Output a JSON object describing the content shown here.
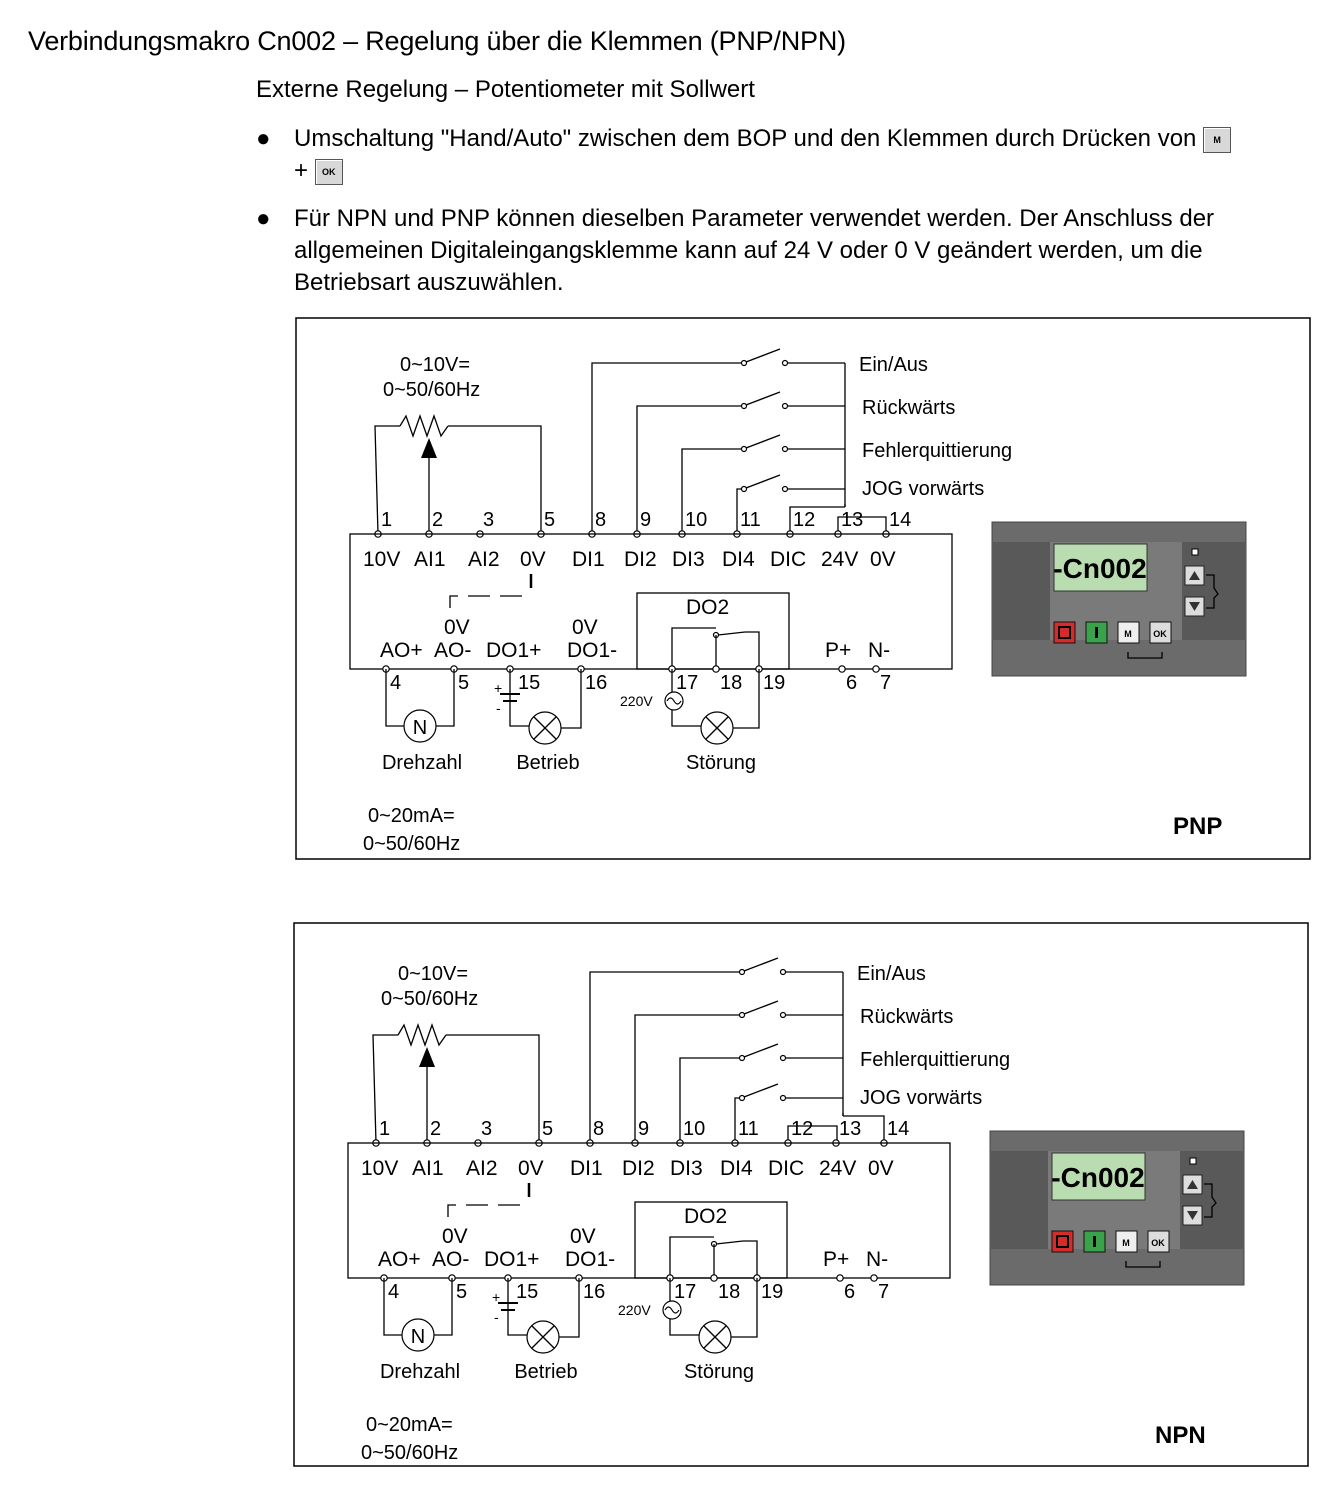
{
  "heading": "Verbindungsmakro Cn002 – Regelung über die Klemmen (PNP/NPN)",
  "subheading": "Externe Regelung – Potentiometer mit Sollwert",
  "bullets": {
    "b1_text": "Umschaltung \"Hand/Auto\" zwischen dem BOP und den Klemmen durch Drücken von",
    "b1_plus": "+",
    "b1_key1": "M",
    "b1_key2": "OK",
    "b2_text": "Für NPN und PNP können dieselben Parameter verwendet werden. Der Anschluss der allgemeinen Digitaleingangsklemme kann auf 24 V oder 0 V geändert werden, um die Betriebsart auszuwählen."
  },
  "diagram": {
    "pot_v": "0~10V=",
    "pot_hz": "0~50/60Hz",
    "switch_labels": [
      "Ein/Aus",
      "Rückwärts",
      "Fehlerquittierung",
      "JOG vorwärts"
    ],
    "terminal_numbers": [
      "1",
      "2",
      "3",
      "5",
      "8",
      "9",
      "10",
      "11",
      "12",
      "13",
      "14"
    ],
    "terminal_names": [
      "10V",
      "AI1",
      "AI2",
      "0V",
      "DI1",
      "DI2",
      "DI3",
      "DI4",
      "DIC",
      "24V",
      "0V"
    ],
    "do2": "DO2",
    "lower_zero_v_1": "0V",
    "lower_zero_v_2": "0V",
    "lower_names": [
      "AO+",
      "AO-",
      "DO1+",
      "DO1-",
      "P+",
      "N-"
    ],
    "lower_numbers": [
      "4",
      "5",
      "15",
      "16",
      "17",
      "18",
      "19",
      "6",
      "7"
    ],
    "v220": "220V",
    "meter": "N",
    "plus_sign": "+",
    "minus_sign": "-",
    "loads": [
      "Drehzahl",
      "Betrieb",
      "Störung"
    ],
    "ma": "0~20mA=",
    "ma_hz": "0~50/60Hz",
    "bop": {
      "display": "-Cn002",
      "btn_m": "M",
      "btn_ok": "OK"
    }
  },
  "panels": [
    {
      "mode": "PNP"
    },
    {
      "mode": "NPN"
    }
  ]
}
